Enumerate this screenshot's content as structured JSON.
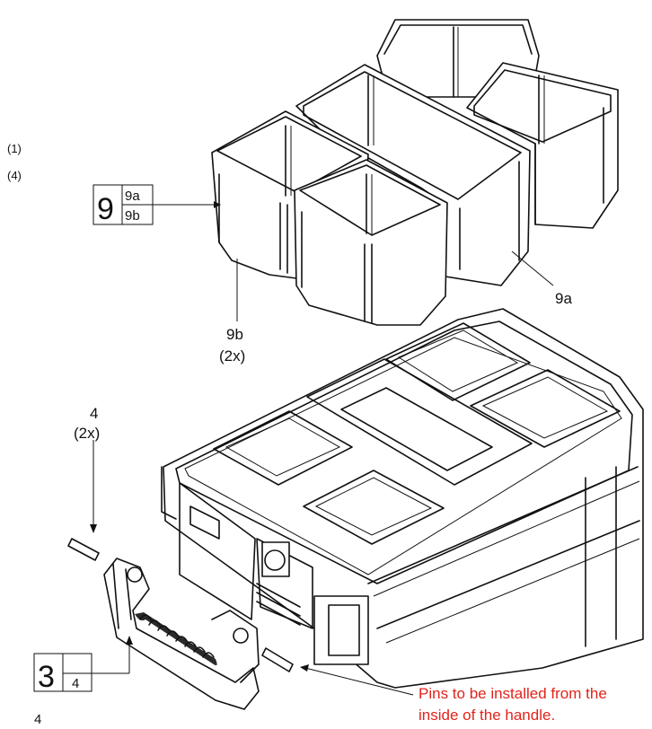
{
  "side_refs": [
    "(1)",
    "(4)"
  ],
  "callout_9": {
    "number": "9",
    "top": "9a",
    "bottom": "9b"
  },
  "label_9a": "9a",
  "label_9b": {
    "part": "9b",
    "qty": "(2x)"
  },
  "label_4": {
    "part": "4",
    "qty": "(2x)"
  },
  "callout_3": {
    "number": "3",
    "sub": "4"
  },
  "page_number": "4",
  "note": {
    "line1": "Pins to be installed from the",
    "line2": "inside of the handle."
  }
}
